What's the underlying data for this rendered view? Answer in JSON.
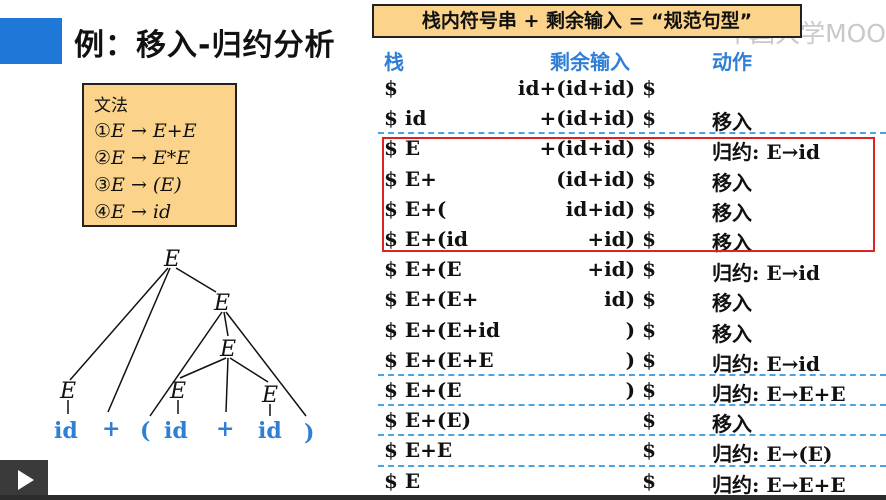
{
  "title": "例：移入-归约分析",
  "watermark": "中国大学MOO",
  "grammar": {
    "label": "文法",
    "rules": [
      {
        "num": "①",
        "text": "E → E+E"
      },
      {
        "num": "②",
        "text": "E → E*E"
      },
      {
        "num": "③",
        "text": "E → (E)"
      },
      {
        "num": "④",
        "text": "E → id"
      }
    ]
  },
  "tree": {
    "root": "E",
    "nodes": [
      "E",
      "E",
      "E",
      "E",
      "E",
      "E"
    ],
    "leaves": [
      "id",
      "+",
      "(",
      "id",
      "+",
      "id",
      ")"
    ]
  },
  "banner": "栈内符号串 + 剩余输入 = “规范句型”",
  "table": {
    "headers": {
      "stack": "栈",
      "input": "剩余输入",
      "action": "动作"
    },
    "rows": [
      {
        "stack": "$",
        "input": "id+(id+id) $",
        "action": ""
      },
      {
        "stack": "$ id",
        "input": "+(id+id) $",
        "action": "移入"
      },
      {
        "stack": "$ E",
        "input": "+(id+id) $",
        "action": "归约: E→id"
      },
      {
        "stack": "$ E+",
        "input": "(id+id) $",
        "action": "移入"
      },
      {
        "stack": "$ E+(",
        "input": "id+id) $",
        "action": "移入"
      },
      {
        "stack": "$ E+(id",
        "input": "+id) $",
        "action": "移入"
      },
      {
        "stack": "$ E+(E",
        "input": "+id) $",
        "action": "归约: E→id"
      },
      {
        "stack": "$ E+(E+",
        "input": "id) $",
        "action": "移入"
      },
      {
        "stack": "$ E+(E+id",
        "input": ") $",
        "action": "移入"
      },
      {
        "stack": "$ E+(E+E",
        "input": ") $",
        "action": "归约: E→id"
      },
      {
        "stack": "$ E+(E",
        "input": ") $",
        "action": "归约: E→E+E"
      },
      {
        "stack": "$ E+(E)",
        "input": "$",
        "action": "移入"
      },
      {
        "stack": "$ E+E",
        "input": "$",
        "action": "归约: E→(E)"
      },
      {
        "stack": "$ E",
        "input": "$",
        "action": "归约: E→E+E"
      }
    ]
  },
  "colors": {
    "accent": "#1f78d8",
    "box": "#fbd38a",
    "highlight": "#dd2222",
    "leaf": "#2f7fd6"
  }
}
